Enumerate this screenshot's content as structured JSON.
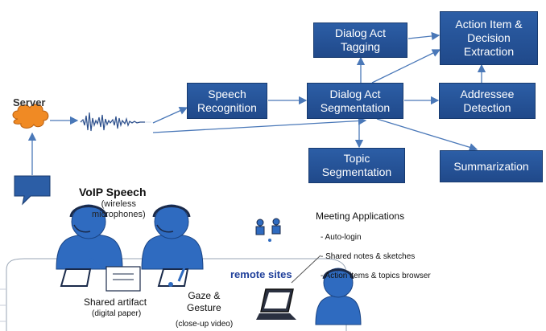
{
  "boxes": {
    "speech_recognition": "Speech\nRecognition",
    "dialog_act_tagging": "Dialog Act\nTagging",
    "dialog_act_segmentation": "Dialog Act\nSegmentation",
    "action_item": "Action Item &\nDecision\nExtraction",
    "addressee_detection": "Addressee\nDetection",
    "topic_segmentation": "Topic\nSegmentation",
    "summarization": "Summarization"
  },
  "labels": {
    "server": "Server",
    "voip_title": "VoIP Speech",
    "voip_sub": "(wireless\nmicrophones)",
    "meeting_title": "Meeting Applications",
    "meeting_items": [
      "- Auto-login",
      "- Shared notes & sketches",
      "- Action items & topics browser"
    ],
    "remote_sites": "remote sites",
    "shared_artifact": "Shared artifact",
    "digital_paper": "(digital paper)",
    "gaze_gesture": "Gaze &\nGesture",
    "closeup_video": "(close-up video)"
  },
  "colors": {
    "box_fill": "#2c5ea6",
    "arrow": "#4a78b8",
    "server_cloud": "#f08a24",
    "person": "#2f6bc0",
    "remote_sites_text": "#1f3f9a"
  },
  "icons": [
    "cloud-icon",
    "speech-waveform-icon",
    "speech-bubble-icon",
    "person-icon",
    "tablet-icon",
    "paper-icon",
    "laptop-icon"
  ]
}
